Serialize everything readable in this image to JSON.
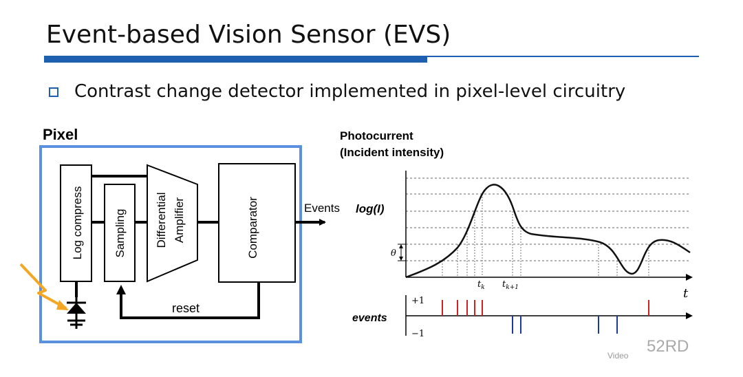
{
  "header": {
    "title": "Event-based Vision Sensor (EVS)",
    "bullet": "Contrast change detector implemented in pixel-level circuitry"
  },
  "pixel_diagram": {
    "title": "Pixel",
    "blocks": {
      "log_compress": "Log compress",
      "sampling": "Sampling",
      "diff_amp_line1": "Differential",
      "diff_amp_line2": "Amplifier",
      "comparator": "Comparator"
    },
    "output_label": "Events",
    "reset_label": "reset"
  },
  "plot": {
    "title_line1": "Photocurrent",
    "title_line2": "(Incident intensity)",
    "ylabel": "log(I)",
    "theta": "θ",
    "tk": "t",
    "tk_sub": "k",
    "tk1": "t",
    "tk1_sub": "k+1",
    "t_axis": "t",
    "events_label": "events",
    "plus_one": "+1",
    "minus_one": "−1"
  },
  "colors": {
    "accent_blue": "#1f5fb0",
    "frame_blue": "#5b8fe0",
    "positive_event": "#d02020",
    "negative_event": "#1a3a9a",
    "light_bolt": "#f5a623"
  },
  "footer": {
    "video": "Video",
    "watermark": "52RD"
  }
}
